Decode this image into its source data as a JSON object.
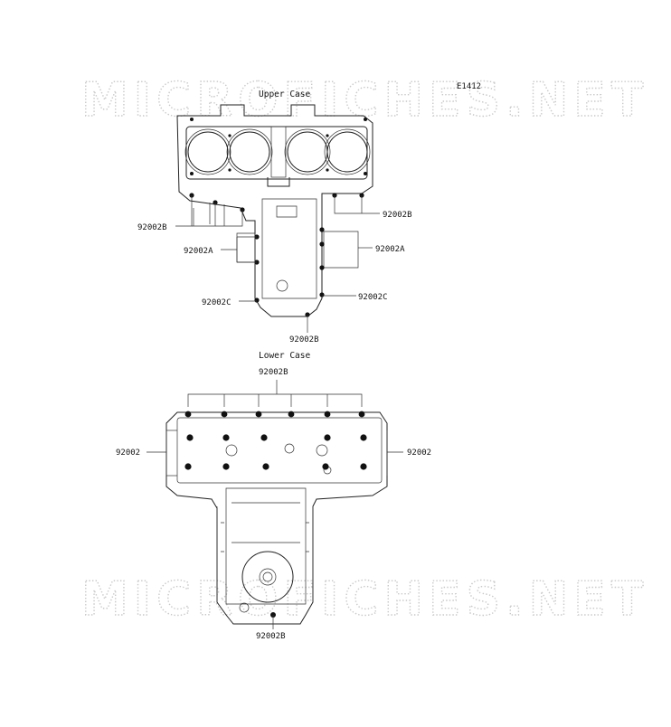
{
  "diagram": {
    "code": "E1412",
    "watermark": "MICROFICHES.NET",
    "sections": {
      "upper": {
        "title": "Upper Case"
      },
      "lower": {
        "title": "Lower Case"
      }
    },
    "callouts": {
      "upper_b_left": "92002B",
      "upper_b_right": "92002B",
      "upper_a_left": "92002A",
      "upper_a_right": "92002A",
      "upper_c_left": "92002C",
      "upper_c_right": "92002C",
      "upper_b_bottom": "92002B",
      "lower_b_top": "92002B",
      "lower_left": "92002",
      "lower_right": "92002",
      "lower_b_bottom": "92002B"
    }
  }
}
